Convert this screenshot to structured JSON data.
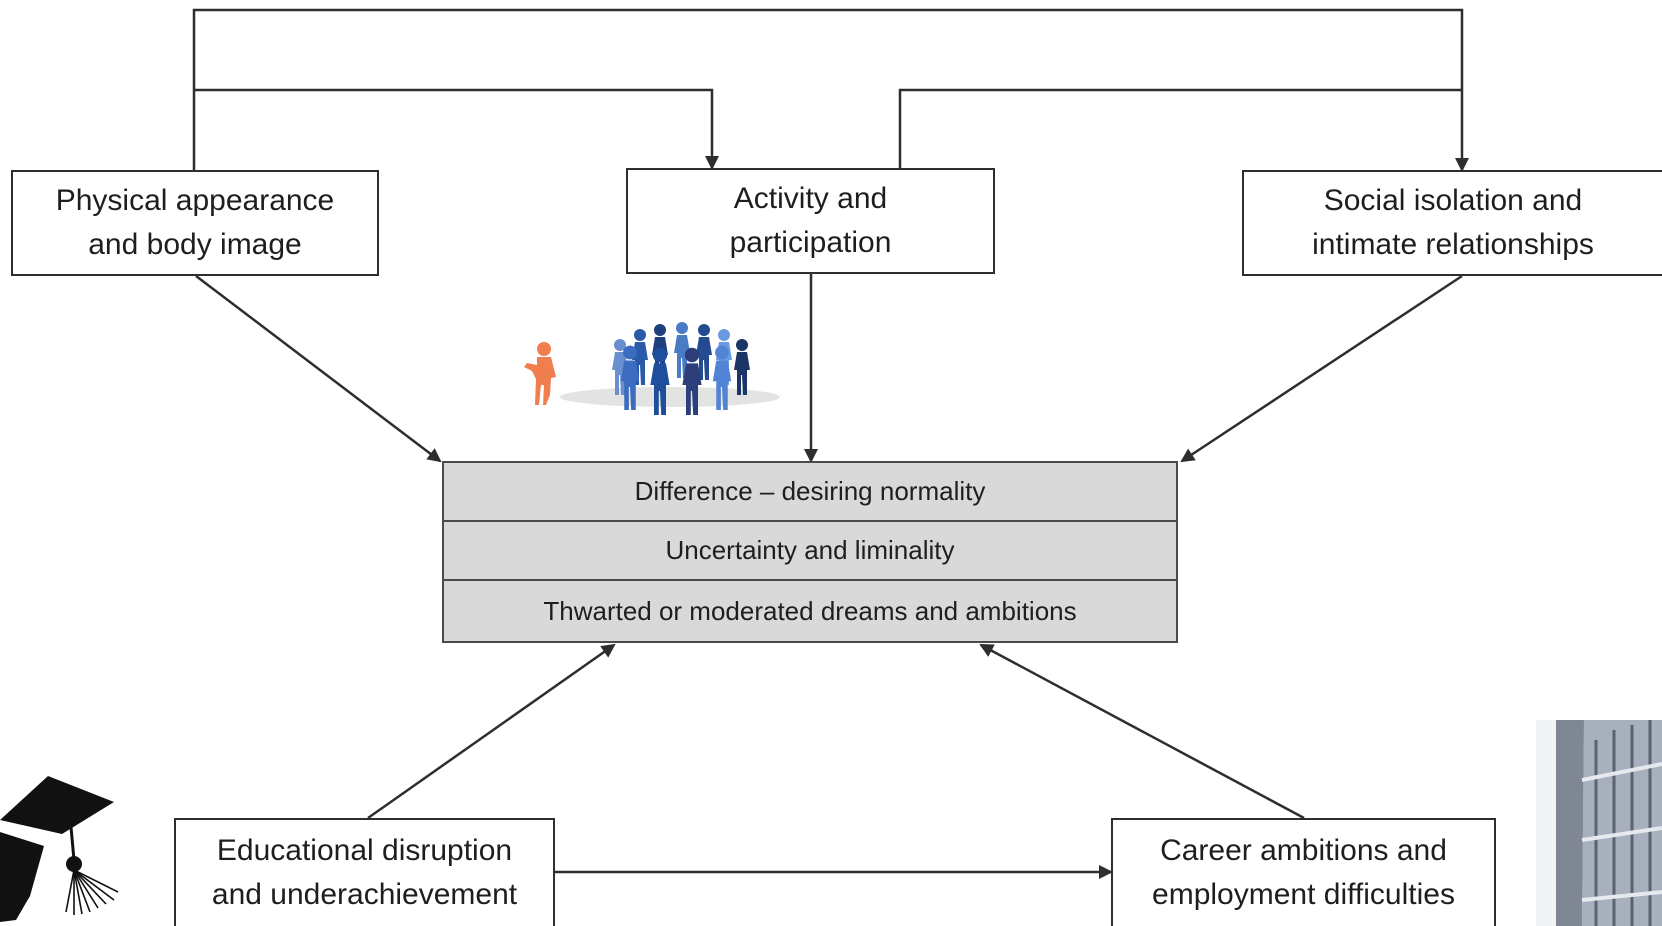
{
  "boxes": {
    "physical": [
      "Physical appearance",
      "and body image"
    ],
    "activity": [
      "Activity and",
      "participation"
    ],
    "social": [
      "Social isolation and",
      "intimate relationships"
    ],
    "education": [
      "Educational disruption",
      "and underachievement"
    ],
    "career": [
      "Career ambitions and",
      "employment difficulties"
    ]
  },
  "central": {
    "rows": [
      "Difference – desiring normality",
      "Uncertainty and liminality",
      "Thwarted or moderated dreams and ambitions"
    ]
  },
  "illustrations": {
    "people_circle": "people-circle-icon",
    "graduation_cap": "graduation-cap-icon",
    "building": "building-photo"
  },
  "colors": {
    "box_border": "#2e2e2e",
    "central_fill": "#d9d9d9",
    "outsider_figure": "#f07e4f",
    "group_figures": "#1f4e9c"
  }
}
